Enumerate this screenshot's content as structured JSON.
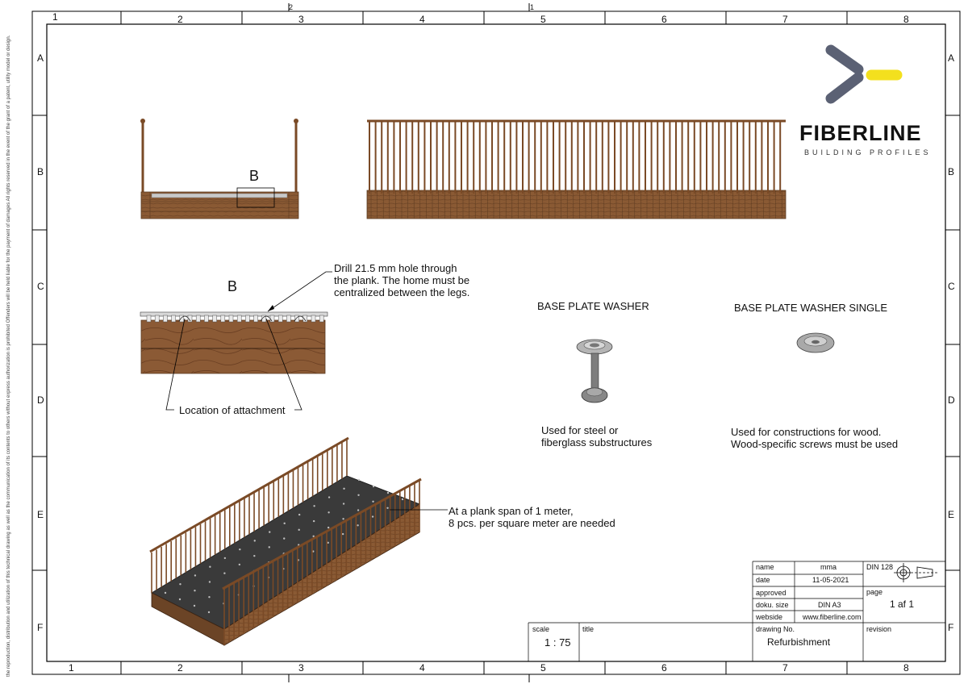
{
  "grid": {
    "columns": [
      "1",
      "2",
      "3",
      "4",
      "5",
      "6",
      "7",
      "8"
    ],
    "rows": [
      "A",
      "B",
      "C",
      "D",
      "E",
      "F"
    ],
    "fold_marks": [
      "2",
      "1"
    ]
  },
  "copyright": "the reproduction, distribution and utilization of this technical drawing as well as the communication of its contents to others without express authorization is prohibited Offenders will be held liable for the payment of damages All rights reserved in the event of the grant of a patent, utility model or design.",
  "logo": {
    "name": "FIBERLINE",
    "tagline": "BUILDING PROFILES",
    "colors": {
      "chevron": "#5b6174",
      "bar": "#f3e01e"
    }
  },
  "annotations": {
    "section_marker": "B",
    "detail_title": "B",
    "drill_note": "Drill 21.5 mm hole through\nthe plank. The home must be\ncentralized between the legs.",
    "attachment_label": "Location of attachment",
    "washer_title": "BASE PLATE WASHER",
    "washer_single_title": "BASE PLATE WASHER SINGLE",
    "washer_note": "Used for steel or\nfiberglass substructures",
    "washer_single_note": "Used for constructions for wood.\nWood-specific screws must be used",
    "span_note": "At a plank span of 1 meter,\n8 pcs. per square meter are needed"
  },
  "title_block": {
    "name_label": "name",
    "name_value": "mma",
    "standard": "DIN 128",
    "date_label": "date",
    "date_value": "11-05-2021",
    "approved_label": "approved",
    "page_label": "page",
    "page_value": "1  af  1",
    "doku_label": "doku. size",
    "doku_value": "DIN A3",
    "website_label": "webside",
    "website_value": "www.fiberline.com",
    "scale_label": "scale",
    "scale_value": "1 : 75",
    "title_label": "title",
    "drawing_no_label": "drawing No.",
    "drawing_no_value": "Refurbishment",
    "revision_label": "revision"
  },
  "colors": {
    "wood": "#8a5a34",
    "wood_dark": "#6b3f22",
    "deck": "#3a3a3a",
    "steel": "#9a9a9a"
  }
}
